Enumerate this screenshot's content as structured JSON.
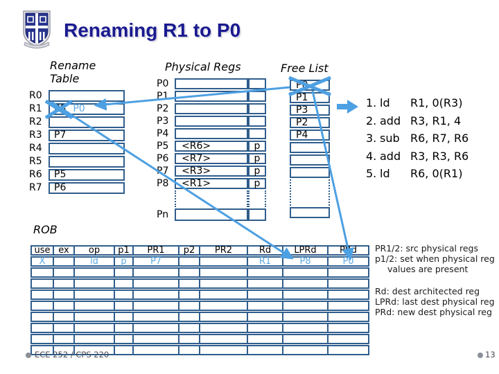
{
  "slide_title": "Renaming R1 to P0",
  "rename_table": {
    "label": "Rename Table",
    "rows": [
      {
        "reg": "R0",
        "value": ""
      },
      {
        "reg": "R1",
        "value": "",
        "old_value": "P8",
        "new_value": "P0"
      },
      {
        "reg": "R2",
        "value": ""
      },
      {
        "reg": "R3",
        "value": "P7"
      },
      {
        "reg": "R4",
        "value": ""
      },
      {
        "reg": "R5",
        "value": ""
      },
      {
        "reg": "R6",
        "value": "P5"
      },
      {
        "reg": "R7",
        "value": "P6"
      }
    ]
  },
  "physical_regs": {
    "label": "Physical Regs",
    "rows": [
      {
        "reg": "P0",
        "value": "",
        "p": ""
      },
      {
        "reg": "P1",
        "value": "",
        "p": ""
      },
      {
        "reg": "P2",
        "value": "",
        "p": ""
      },
      {
        "reg": "P3",
        "value": "",
        "p": ""
      },
      {
        "reg": "P4",
        "value": "",
        "p": ""
      },
      {
        "reg": "P5",
        "value": "<R6>",
        "p": "p"
      },
      {
        "reg": "P6",
        "value": "<R7>",
        "p": "p"
      },
      {
        "reg": "P7",
        "value": "<R3>",
        "p": "p"
      },
      {
        "reg": "P8",
        "value": "<R1>",
        "p": "p"
      }
    ],
    "last_reg": "Pn"
  },
  "free_list": {
    "label": "Free List",
    "entries": [
      "P0",
      "P1",
      "P3",
      "P2",
      "P4",
      "",
      "",
      ""
    ],
    "crossed_out_entry": "P0"
  },
  "instructions": [
    {
      "num": "1.",
      "op": "ld",
      "args": "R1, 0(R3)"
    },
    {
      "num": "2.",
      "op": "add",
      "args": "R3, R1, 4"
    },
    {
      "num": "3.",
      "op": "sub",
      "args": "R6, R7, R6"
    },
    {
      "num": "4.",
      "op": "add",
      "args": "R3, R3, R6"
    },
    {
      "num": "5.",
      "op": "ld",
      "args": "R6, 0(R1)"
    }
  ],
  "rob": {
    "label": "ROB",
    "headers": [
      "use",
      "ex",
      "op",
      "p1",
      "PR1",
      "p2",
      "PR2",
      "Rd",
      "LPRd",
      "PRd"
    ],
    "rows": [
      {
        "use": "X",
        "ex": "",
        "op": "ld",
        "p1": "p",
        "pr1": "P7",
        "p2": "",
        "pr2": "",
        "rd": "R1",
        "lprd": "P8",
        "prd": "P0"
      }
    ]
  },
  "legend": {
    "block1": [
      "PR1/2: src physical regs",
      "p1/2: set when physical reg",
      "values are present"
    ],
    "block2": [
      "Rd: dest architected reg",
      "LPRd: last dest physical reg",
      "PRd: new dest physical reg"
    ]
  },
  "footer": {
    "course": "ECE 252 / CPS 220",
    "page": "13"
  },
  "colors": {
    "accent_blue": "#4da0e2",
    "table_border": "#2f5d8c",
    "highlight_text": "#5fa8e0",
    "title_navy": "#1a1a90"
  }
}
